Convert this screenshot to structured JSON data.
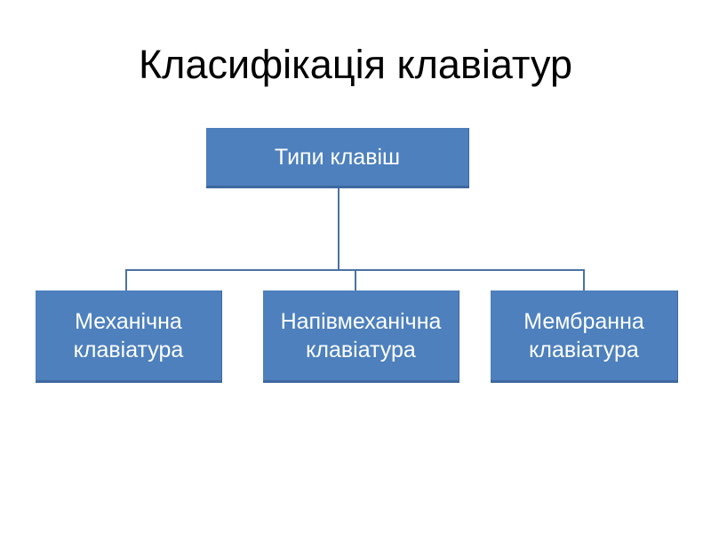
{
  "slide": {
    "title": "Класифікація клавіатур",
    "colors": {
      "background": "#ffffff",
      "title_text": "#000000",
      "node_fill": "#4d80bd",
      "node_edge": "#3e68a0",
      "node_text": "#ffffff",
      "connector": "#4a72a6"
    },
    "diagram": {
      "root": {
        "label": "Типи клавіш"
      },
      "children": [
        {
          "label": "Механічна клавіатура"
        },
        {
          "label": "Напівмеханічна клавіатура"
        },
        {
          "label": "Мембранна клавіатура"
        }
      ]
    }
  }
}
